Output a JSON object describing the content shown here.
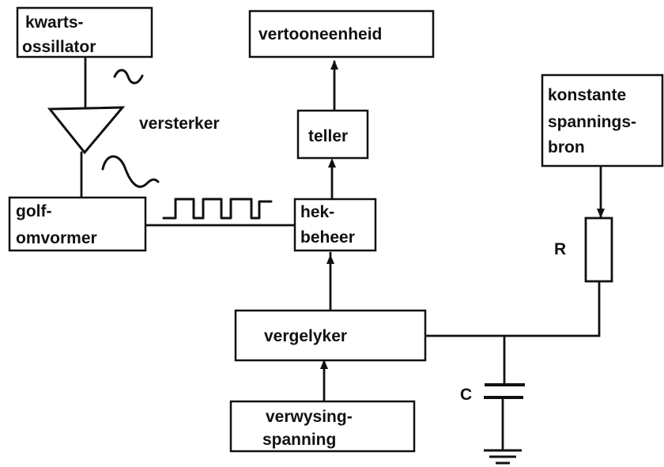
{
  "blocks": {
    "kwarts": {
      "line1": "kwarts-",
      "line2": "ossillator"
    },
    "vertoon": {
      "label": "vertooneenheid"
    },
    "versterker": {
      "label": "versterker"
    },
    "teller": {
      "label": "teller"
    },
    "konstante": {
      "line1": "konstante",
      "line2": "spannings-",
      "line3": "bron"
    },
    "golf": {
      "line1": "golf-",
      "line2": "omvormer"
    },
    "hek": {
      "line1": "hek-",
      "line2": "beheer"
    },
    "vergelyker": {
      "label": "vergelyker"
    },
    "verwysing": {
      "line1": "verwysing-",
      "line2": "spanning"
    }
  },
  "components": {
    "resistor": {
      "label": "R"
    },
    "capacitor": {
      "label": "C"
    }
  }
}
